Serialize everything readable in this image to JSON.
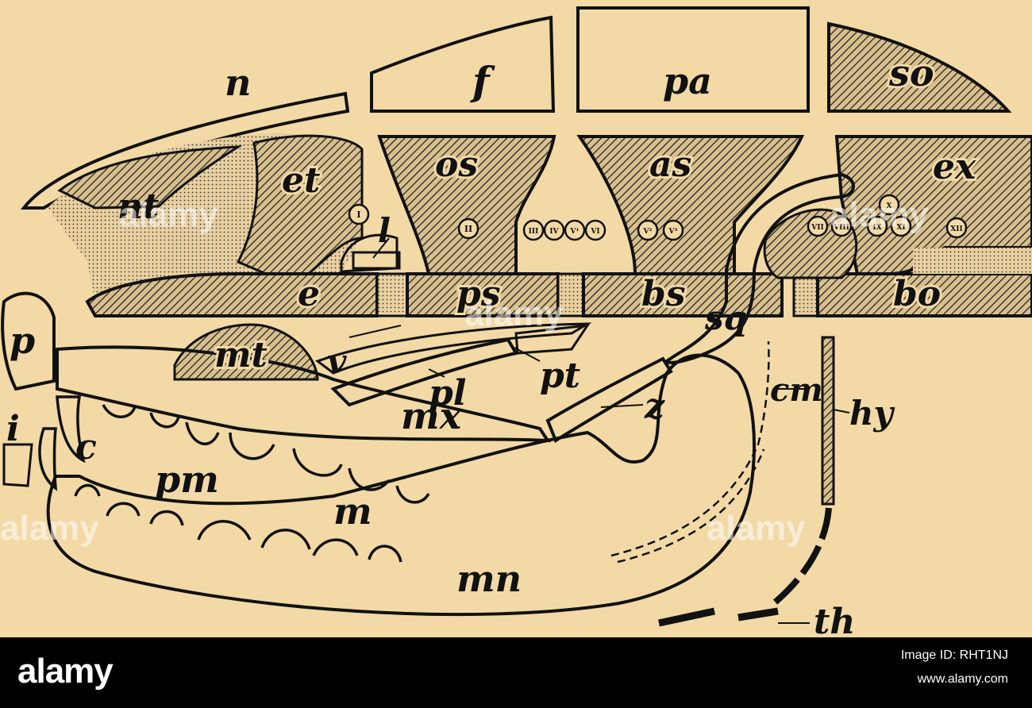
{
  "labels": {
    "n": "n",
    "f": "f",
    "pa": "pa",
    "so": "so",
    "nt": "nt",
    "et": "et",
    "os": "os",
    "as": "as",
    "ex": "ex",
    "l": "l",
    "e": "e",
    "ps": "ps",
    "bs": "bs",
    "bo": "bo",
    "p": "p",
    "mt": "mt",
    "v": "v",
    "pl": "pl",
    "pt": "pt",
    "sq": "sq",
    "cm": "cm",
    "hy": "hy",
    "mx": "mx",
    "z": "z",
    "i": "i",
    "c": "c",
    "pm": "pm",
    "m": "m",
    "mn": "mn",
    "th": "th"
  },
  "nerves": [
    "I",
    "II",
    "III",
    "IV",
    "V¹",
    "VI",
    "V²",
    "V³",
    "VII",
    "VIII",
    "IX",
    "X",
    "XI",
    "XII"
  ],
  "watermark": "alamy",
  "footer": {
    "brand": "alamy",
    "image_id": "Image ID: RHT1NJ",
    "site": "www.alamy.com"
  }
}
